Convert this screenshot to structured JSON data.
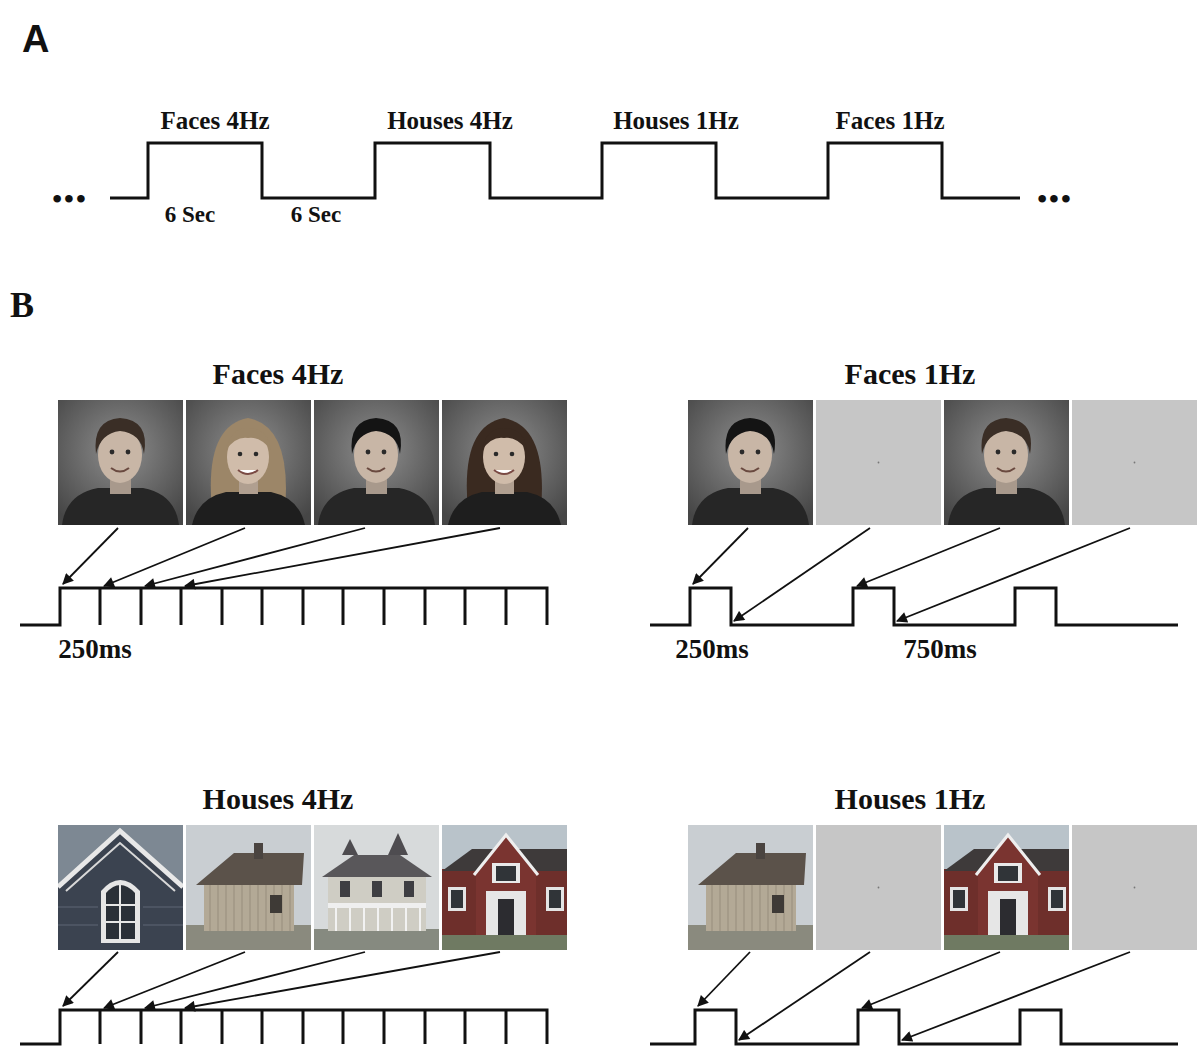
{
  "diagram": {
    "labels": [
      "A",
      "Faces 4Hz",
      "Houses 4Hz",
      "Houses 1Hz",
      "Faces 1Hz",
      "•••",
      "6 Sec",
      "6 Sec",
      "•••",
      "B",
      "Faces 4Hz",
      "250ms",
      "Faces 1Hz",
      "250ms",
      "750ms",
      "Houses 4Hz",
      "Houses 1Hz"
    ]
  }
}
